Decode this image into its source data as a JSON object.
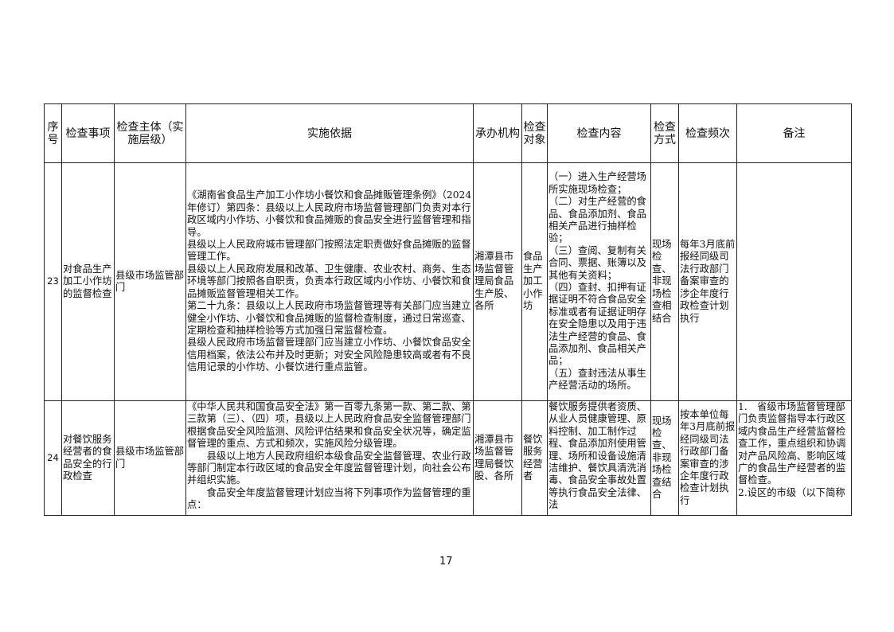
{
  "headers": [
    "序号",
    "检查事项",
    "检查主体（实施层级）",
    "实施依据",
    "承办机构",
    "检查对象",
    "检查内容",
    "检查方式",
    "检查频次",
    "备注"
  ],
  "rows": [
    {
      "no": "23",
      "item": "对食品生产加工小作坊的监督检查",
      "subject": "县级市场监管部门",
      "basis": [
        "《湖南省食品生产加工小作坊小餐饮和食品摊贩管理条例》（2024年修订）第四条：县级以上人民政府市场监督管理部门负责对本行政区域内小作坊、小餐饮和食品摊贩的食品安全进行监督管理和指导。",
        "县级以上人民政府城市管理部门按照法定职责做好食品摊贩的监督管理工作。",
        "县级以上人民政府发展和改革、卫生健康、农业农村、商务、生态环境等部门按照各自职责，负责本行政区域内小作坊、小餐饮和食品摊贩监督管理相关工作。",
        "第二十九条：县级以上人民政府市场监督管理等有关部门应当建立健全小作坊、小餐饮和食品摊贩的监督检查制度，通过日常巡查、定期检查和抽样检验等方式加强日常监督检查。",
        "县级人民政府市场监督管理部门应当建立小作坊、小餐饮食品安全信用档案，依法公布并及时更新；对安全风险隐患较高或者有不良信用记录的小作坊、小餐饮进行重点监管。"
      ],
      "agency": "湘潭县市场监督管理局食品生产股、各所",
      "target": "食品生产加工小作坊",
      "content": [
        "（一）进入生产经营场所实施现场检查；",
        "（二）对生产经营的食品、食品添加剂、食品相关产品进行抽样检验；",
        "（三）查阅、复制有关合同、票据、账簿以及其他有关资料；",
        "（四）查封、扣押有证据证明不符合食品安全标准或者有证据证明存在安全隐患以及用于违法生产经营的食品、食品添加剂、食品相关产品；",
        "（五）查封违法从事生产经营活动的场所。"
      ],
      "method": "现场检查、非现场检查相结合",
      "frequency": "每年3月底前报经同级司法行政部门备案审查的涉企年度行政检查计划执行",
      "remark": ""
    },
    {
      "no": "24",
      "item": "对餐饮服务经营者的食品安全的行政检查",
      "subject": "县级市场监管部门",
      "basis": [
        "《中华人民共和国食品安全法》第一百零九条第一款、第二款、第三款第（三）、（四）项，县级以上人民政府食品安全监督管理部门根据食品安全风险监测、风险评估结果和食品安全状况等，确定监督管理的重点、方式和频次，实施风险分级管理。",
        "县级以上地方人民政府组织本级食品安全监督管理、农业行政等部门制定本行政区域的食品安全年度监督管理计划，向社会公布并组织实施。",
        "食品安全年度监督管理计划应当将下列事项作为监督管理的重点："
      ],
      "agency": "湘潭县市场监督管理局餐饮股、各所",
      "target": "餐饮服务经营者",
      "content": [
        "餐饮服务提供者资质、从业人员健康管理、原料控制、加工制作过程、食品添加剂使用管理、场所和设备设施清洁维护、餐饮具清洗消毒、食品安全事故处置等执行食品安全法律、法"
      ],
      "method": "现场检查、非现场检查结合",
      "frequency": "按本单位每年3月底前报经同级司法行政部门备案审查的涉企年度行政检查计划执行",
      "remark": [
        "1.　省级市场监督管理部门负责监督指导本行政区域内食品生产经营监督检查工作，重点组织和协调对产品风险高、影响区域广的食品生产经营者的监督检查。",
        "2.设区的市级（以下简称"
      ]
    }
  ],
  "page_number": "17"
}
